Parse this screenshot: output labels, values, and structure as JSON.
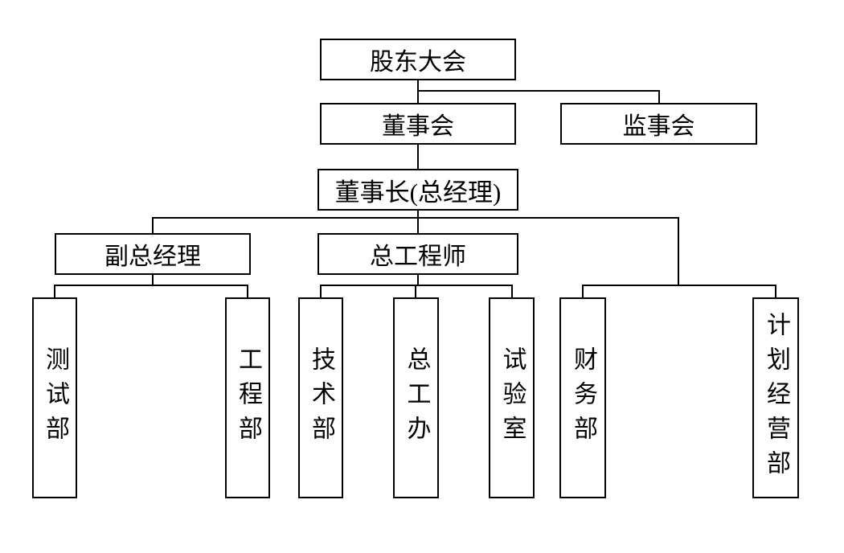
{
  "diagram": {
    "kind": "organization-chart",
    "background_color": "#ffffff",
    "line_color": "#000000",
    "nodes": {
      "shareholders": {
        "label": "股东大会"
      },
      "board": {
        "label": "董事会"
      },
      "supervisory": {
        "label": "监事会"
      },
      "chairman": {
        "label": "董事长(总经理)"
      },
      "deputy_gm": {
        "label": "副总经理"
      },
      "chief_engineer": {
        "label": "总工程师"
      },
      "test_dept": {
        "label": "测试部"
      },
      "engineering_dept": {
        "label": "工程部"
      },
      "technology_dept": {
        "label": "技术部"
      },
      "chief_engineer_office": {
        "label": "总工办"
      },
      "test_lab": {
        "label": "试验室"
      },
      "finance_dept": {
        "label": "财务部"
      },
      "planning_dept": {
        "label": "计划经营部"
      }
    },
    "edges": [
      {
        "from": "shareholders",
        "to": "board"
      },
      {
        "from": "shareholders",
        "to": "supervisory"
      },
      {
        "from": "board",
        "to": "chairman"
      },
      {
        "from": "chairman",
        "to": "deputy_gm"
      },
      {
        "from": "chairman",
        "to": "chief_engineer"
      },
      {
        "from": "chairman",
        "to": "finance_dept"
      },
      {
        "from": "chairman",
        "to": "planning_dept"
      },
      {
        "from": "deputy_gm",
        "to": "test_dept"
      },
      {
        "from": "deputy_gm",
        "to": "engineering_dept"
      },
      {
        "from": "chief_engineer",
        "to": "technology_dept"
      },
      {
        "from": "chief_engineer",
        "to": "chief_engineer_office"
      },
      {
        "from": "chief_engineer",
        "to": "test_lab"
      }
    ]
  }
}
